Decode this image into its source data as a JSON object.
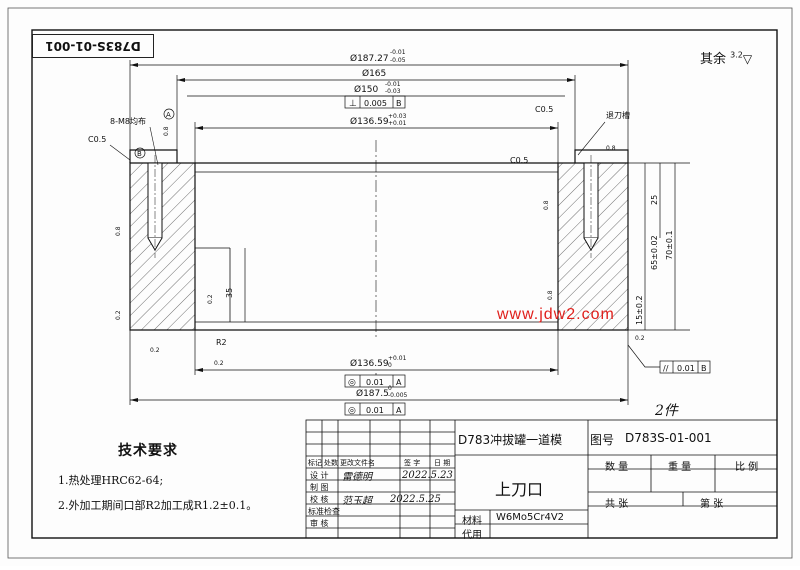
{
  "stamp": "D783S-01-001",
  "rest_label": "其余",
  "rest_roughness": "3.2",
  "watermark": "www.jdw2.com",
  "dims": {
    "d187_27": "Ø187.27",
    "d187_27_tol_u": "-0.01",
    "d187_27_tol_l": "-0.05",
    "d165": "Ø165",
    "d150": "Ø150",
    "d150_tol_u": "-0.01",
    "d150_tol_l": "-0.03",
    "perp_tol": "0.005",
    "perp_datum": "B",
    "d136_top": "Ø136.59",
    "d136_top_tol_u": "+0.03",
    "d136_top_tol_l": "+0.01",
    "d136_bot": "Ø136.59",
    "d136_bot_tol_u": "+0.01",
    "d136_bot_tol_l": "0",
    "d187_5": "Ø187.5",
    "d187_5_tol_u": "0",
    "d187_5_tol_l": "-0.005",
    "conc_tol": "0.01",
    "conc_datum": "A",
    "par_tol": "0.01",
    "par_datum": "B",
    "h25": "25",
    "h65": "65±0.02",
    "h70": "70±0.1",
    "h15": "15±0.2",
    "h35": "35",
    "r2": "R2"
  },
  "labels": {
    "holes": "8-M8均布",
    "c05_a": "C0.5",
    "c05_b": "C0.5",
    "c05_c": "C0.5",
    "groove": "退刀槽",
    "datum_a": "A",
    "datum_b": "B"
  },
  "roughness": [
    "0.8",
    "0.8",
    "0.8",
    "0.8",
    "0.2",
    "0.2",
    "0.2",
    "0.2",
    "0.8",
    "0.2"
  ],
  "tech": {
    "title": "技术要求",
    "items": [
      "1.热处理HRC62-64;",
      "2.外加工期间口部R2加工成R1.2±0.1。"
    ]
  },
  "title_block": {
    "project": "D783冲拔罐一道模",
    "drawing_no_label": "图号",
    "drawing_no": "D783S-01-001",
    "part_name": "上刀口",
    "qty_label": "数 量",
    "weight_label": "重 量",
    "scale_label": "比 例",
    "sheets_label": "共  张",
    "sheet_label": "第  张",
    "material_label": "材料",
    "material": "W6Mo5Cr4V2",
    "substitute_label": "代用",
    "rev_headers": [
      "标记",
      "处数",
      "更改文件名",
      "签 字",
      "日 期"
    ],
    "rows": [
      "设 计",
      "制 图",
      "校 核",
      "标准检查",
      "审 核"
    ],
    "designer": "雷德明",
    "design_date": "2022.5.23",
    "checker": "范玉超",
    "check_date": "2022.5.25",
    "handwritten_note": "2件"
  }
}
